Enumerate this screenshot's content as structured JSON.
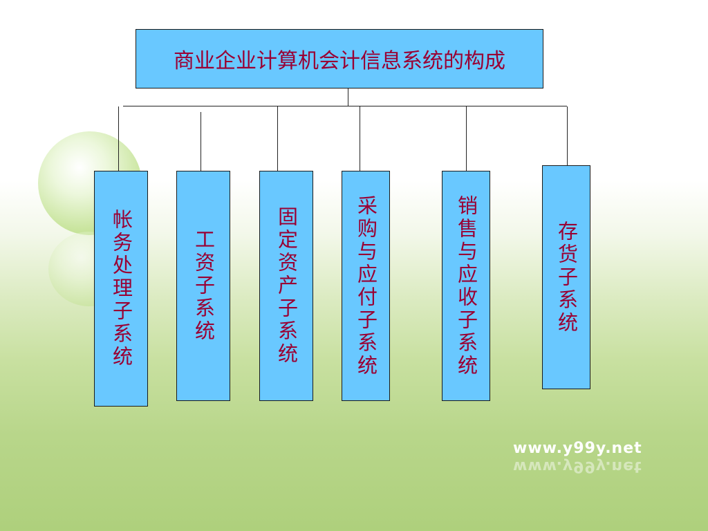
{
  "title": "商业企业计算机会计信息系统的构成",
  "subsystems": [
    "帐务处理子系统",
    "工资子系统",
    "固定资产子系统",
    "采购与应付子系统",
    "销售与应收子系统",
    "存货子系统"
  ],
  "watermark": "www.y99y.net",
  "colors": {
    "box_fill": "#69c8ff",
    "text": "#990033",
    "line": "#222222"
  }
}
